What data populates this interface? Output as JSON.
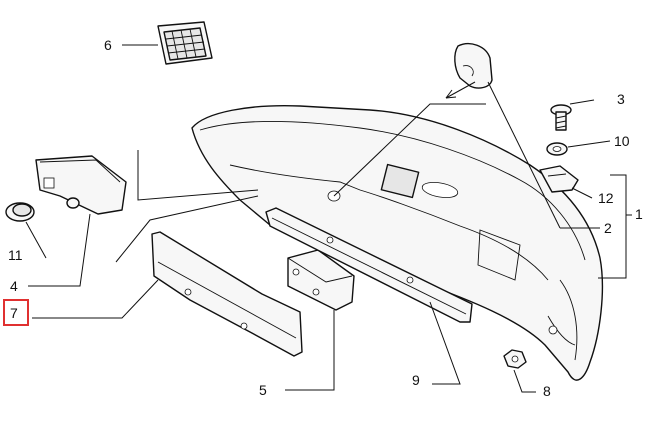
{
  "diagram": {
    "callouts": [
      {
        "id": "c1",
        "label": "1"
      },
      {
        "id": "c2",
        "label": "2"
      },
      {
        "id": "c3",
        "label": "3"
      },
      {
        "id": "c4",
        "label": "4"
      },
      {
        "id": "c5",
        "label": "5"
      },
      {
        "id": "c6",
        "label": "6"
      },
      {
        "id": "c7",
        "label": "7",
        "highlighted": true
      },
      {
        "id": "c8",
        "label": "8"
      },
      {
        "id": "c9",
        "label": "9"
      },
      {
        "id": "c10",
        "label": "10"
      },
      {
        "id": "c11",
        "label": "11"
      },
      {
        "id": "c12",
        "label": "12"
      }
    ],
    "highlight_color": "#e03030",
    "line_color": "#111111"
  }
}
